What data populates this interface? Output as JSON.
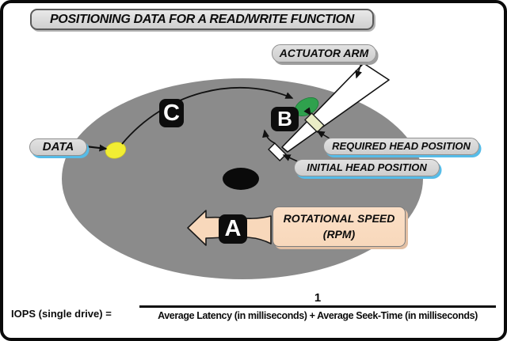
{
  "title": "POSITIONING DATA FOR A READ/WRITE FUNCTION",
  "callouts": {
    "data": "DATA",
    "actuator_arm": "ACTUATOR ARM",
    "required_head": "REQUIRED HEAD POSITION",
    "initial_head": "INITIAL HEAD POSITION",
    "rotational_speed": "ROTATIONAL SPEED",
    "rpm": "(RPM)"
  },
  "markers": {
    "a": "A",
    "b": "B",
    "c": "C"
  },
  "formula": {
    "lhs": "IOPS (single drive) =",
    "numerator": "1",
    "denominator": "Average Latency (in milliseconds) + Average Seek-Time (in milliseconds)"
  },
  "colors": {
    "disk": "#8b8b8b",
    "pill-blue-shadow": "#56bce8",
    "peach": "#f8d8bb",
    "peach-shadow": "#e2bfa3",
    "green": "#2fa14d",
    "yellow": "#f2ee32",
    "head-beige": "#e9ecc6",
    "marker-bg": "#0d0d0d"
  }
}
